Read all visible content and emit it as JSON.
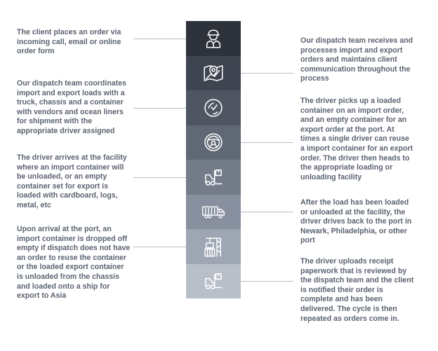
{
  "steps": {
    "left": [
      "The client places an order via\nincoming call, email or online\norder form",
      "Our dispatch team coordinates\nimport and export loads with a\ntruck, chassis and a container\nwith vendors and ocean liners\nfor shipment with the\nappropriate driver assigned",
      "The driver arrives at the facility\nwhere an import container will\nbe unloaded, or an empty\ncontainer set for export is\nloaded with cardboard, logs,\nmetal, etc",
      "Upon arrival at the port, an\nimport container is dropped off\nempty if dispatch does not have\nan order to reuse the container\nor the loaded export container\nis unloaded from the chassis\nand loaded onto a ship for\nexport to Asia"
    ],
    "right": [
      "Our dispatch team receives and\nprocesses import and export\norders and maintains client\ncommunication throughout the\nprocess",
      "The driver picks up a loaded\ncontainer on an import order,\nand an empty container for an\nexport order at the port. At\ntimes a single driver can reuse\na import container for an export\norder. The driver then heads to\nthe appropriate loading or\nunloading facility",
      "After the load has been loaded\nor unloaded at the facility, the\ndriver drives back to the port in\nNewark, Philadelphia, or other\nport",
      "The driver uploads receipt\npaperwork that is reviewed by\nthe dispatch team and the client\nis notified their order is\ncomplete and has been\ndelivered. The cycle is then\nrepeated as orders come in."
    ]
  },
  "column": {
    "segment_colors": [
      "#2d323b",
      "#3f4550",
      "#4f5662",
      "#606876",
      "#747c8a",
      "#8890a0",
      "#9ea6b4",
      "#b9bfc9"
    ],
    "icons": [
      "person-icon",
      "map-icon",
      "check-badge-icon",
      "steering-wheel-icon",
      "forklift-icon",
      "truck-icon",
      "crane-container-icon",
      "forklift-icon"
    ]
  },
  "colors": {
    "text": "#5b6370",
    "connector": "#b7bcc4",
    "icon": "#ffffff"
  }
}
